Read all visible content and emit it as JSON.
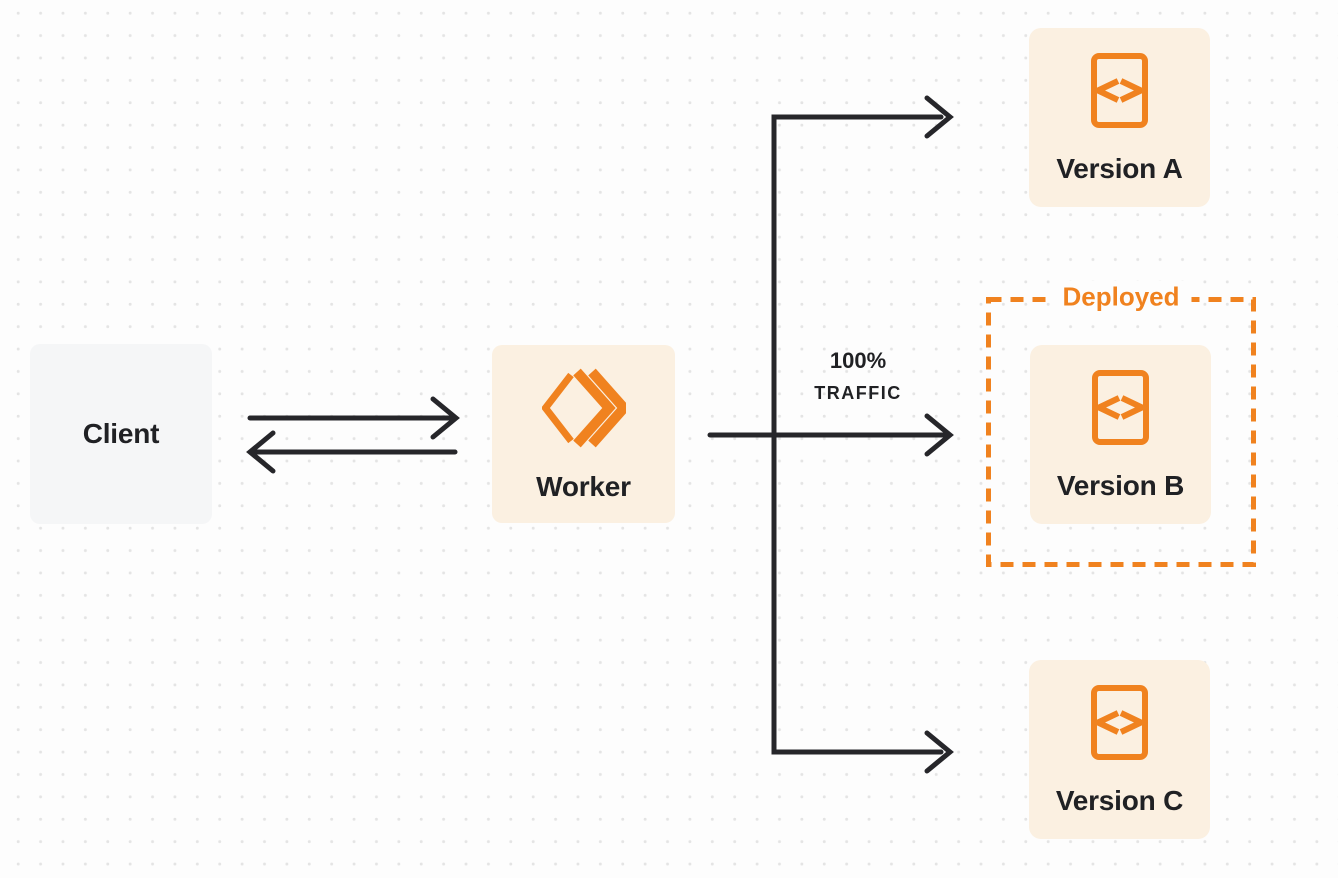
{
  "nodes": {
    "client": {
      "label": "Client"
    },
    "worker": {
      "label": "Worker"
    },
    "version_a": {
      "label": "Version A"
    },
    "version_b": {
      "label": "Version B"
    },
    "version_c": {
      "label": "Version C"
    }
  },
  "annotations": {
    "deployed": "Deployed",
    "traffic_line1": "100%",
    "traffic_line2": "TRAFFIC"
  },
  "icons": {
    "worker_icon": "workers-logo-icon",
    "version_icon": "code-file-icon"
  },
  "colors": {
    "orange": "#f0821f",
    "peach": "#fbf0e1",
    "client_bg": "#f5f6f7",
    "arrow": "#26262a",
    "text": "#202124",
    "background": "#fdfdfd",
    "grid_dot": "#e4e4e4"
  }
}
